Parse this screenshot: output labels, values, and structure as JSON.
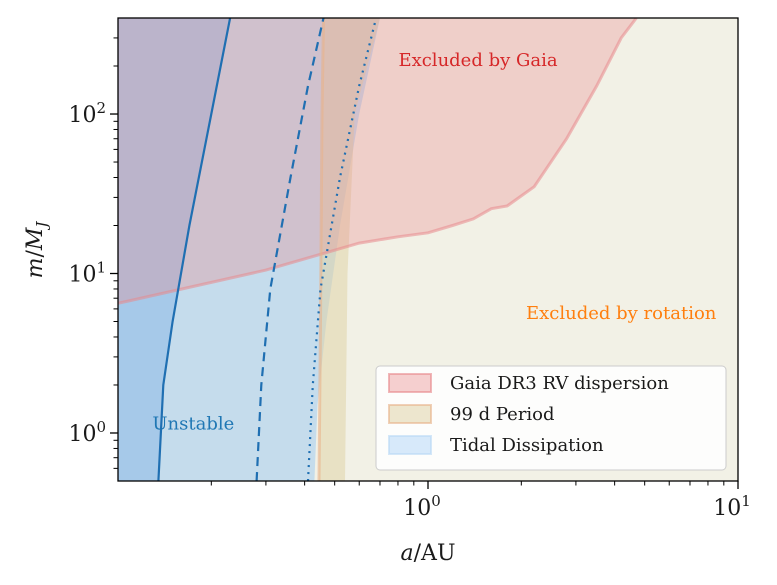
{
  "chart_data": {
    "type": "area",
    "xlabel": "a/AU",
    "ylabel": "m/M_J",
    "x_scale": "log",
    "y_scale": "log",
    "xlim": [
      0.1,
      10
    ],
    "ylim": [
      0.5,
      400
    ],
    "grid": false,
    "x_ticks": [
      {
        "value": 1,
        "base": "10",
        "exp": "0"
      },
      {
        "value": 10,
        "base": "10",
        "exp": "1"
      }
    ],
    "y_ticks": [
      {
        "value": 1,
        "base": "10",
        "exp": "0"
      },
      {
        "value": 10,
        "base": "10",
        "exp": "1"
      },
      {
        "value": 100,
        "base": "10",
        "exp": "2"
      }
    ],
    "colors": {
      "gaia": "#e8898c",
      "period": "#e0d3a8",
      "tidal": "#8ec4f5",
      "unstable": "#4d8fe0",
      "line": "#1f6fb2",
      "gaia_text": "#d62728",
      "rotation_text": "#ff7f0e",
      "unstable_text": "#1f77b4"
    },
    "series": [
      {
        "name": "Gaia DR3 RV dispersion",
        "kind": "region_above",
        "color_key": "gaia",
        "boundary": [
          {
            "x": 0.1,
            "y": 6.5
          },
          {
            "x": 0.3,
            "y": 10.5
          },
          {
            "x": 0.6,
            "y": 15.5
          },
          {
            "x": 0.8,
            "y": 17
          },
          {
            "x": 1.0,
            "y": 18
          },
          {
            "x": 1.2,
            "y": 20
          },
          {
            "x": 1.4,
            "y": 22
          },
          {
            "x": 1.6,
            "y": 25.5
          },
          {
            "x": 1.8,
            "y": 26.5
          },
          {
            "x": 2.2,
            "y": 35
          },
          {
            "x": 2.8,
            "y": 70
          },
          {
            "x": 3.5,
            "y": 150
          },
          {
            "x": 4.2,
            "y": 300
          },
          {
            "x": 4.7,
            "y": 400
          }
        ]
      },
      {
        "name": "99 d Period",
        "kind": "region_right",
        "color_key": "period",
        "boundary": [
          {
            "x": 0.46,
            "y": 400
          },
          {
            "x": 0.455,
            "y": 100
          },
          {
            "x": 0.45,
            "y": 5
          },
          {
            "x": 0.445,
            "y": 0.5
          }
        ],
        "band_outer": [
          {
            "x": 0.7,
            "y": 400
          },
          {
            "x": 0.58,
            "y": 100
          },
          {
            "x": 0.55,
            "y": 10
          },
          {
            "x": 0.54,
            "y": 0.5
          }
        ]
      },
      {
        "name": "Tidal Dissipation",
        "kind": "region_left",
        "color_key": "tidal",
        "boundary": [
          {
            "x": 0.7,
            "y": 400
          },
          {
            "x": 0.6,
            "y": 100
          },
          {
            "x": 0.52,
            "y": 20
          },
          {
            "x": 0.47,
            "y": 5
          },
          {
            "x": 0.44,
            "y": 1.5
          },
          {
            "x": 0.43,
            "y": 0.5
          }
        ]
      }
    ],
    "lines": [
      {
        "style": "solid",
        "points": [
          {
            "x": 0.135,
            "y": 0.5
          },
          {
            "x": 0.14,
            "y": 2
          },
          {
            "x": 0.15,
            "y": 5
          },
          {
            "x": 0.17,
            "y": 20
          },
          {
            "x": 0.2,
            "y": 100
          },
          {
            "x": 0.23,
            "y": 400
          }
        ]
      },
      {
        "style": "dashed",
        "points": [
          {
            "x": 0.28,
            "y": 0.5
          },
          {
            "x": 0.29,
            "y": 2
          },
          {
            "x": 0.31,
            "y": 8
          },
          {
            "x": 0.36,
            "y": 40
          },
          {
            "x": 0.41,
            "y": 150
          },
          {
            "x": 0.46,
            "y": 400
          }
        ]
      },
      {
        "style": "dotted",
        "points": [
          {
            "x": 0.41,
            "y": 0.5
          },
          {
            "x": 0.425,
            "y": 2
          },
          {
            "x": 0.45,
            "y": 8
          },
          {
            "x": 0.52,
            "y": 40
          },
          {
            "x": 0.6,
            "y": 150
          },
          {
            "x": 0.68,
            "y": 400
          }
        ]
      }
    ],
    "annotations": [
      {
        "text": "Excluded by Gaia",
        "x": 1.45,
        "y": 200,
        "color_key": "gaia_text"
      },
      {
        "text": "Excluded by rotation",
        "x": 4.2,
        "y": 5.2,
        "color_key": "rotation_text"
      },
      {
        "text": "Unstable",
        "x": 0.175,
        "y": 1.05,
        "color_key": "unstable_text"
      }
    ],
    "legend": {
      "position": "lower-right",
      "entries": [
        "Gaia DR3 RV dispersion",
        "99 d Period",
        "Tidal Dissipation"
      ]
    }
  }
}
